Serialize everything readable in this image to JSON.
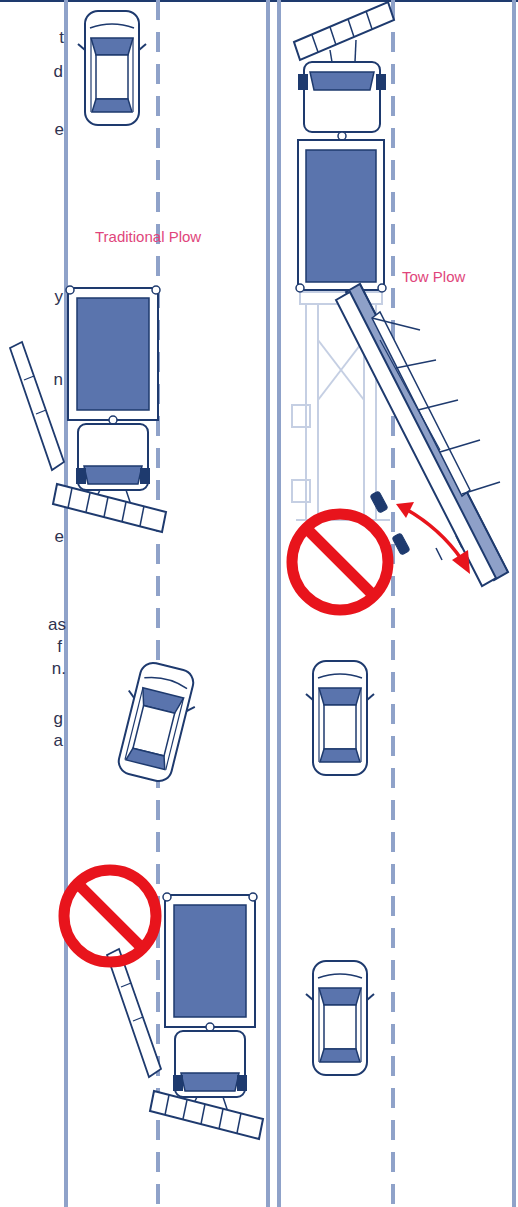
{
  "diagram": {
    "labels": [
      "t",
      "d",
      "e",
      "Traditional Plow",
      "Tow Plow",
      "y",
      "n",
      "e",
      "as",
      "f",
      "n.",
      "g",
      "a"
    ]
  }
}
